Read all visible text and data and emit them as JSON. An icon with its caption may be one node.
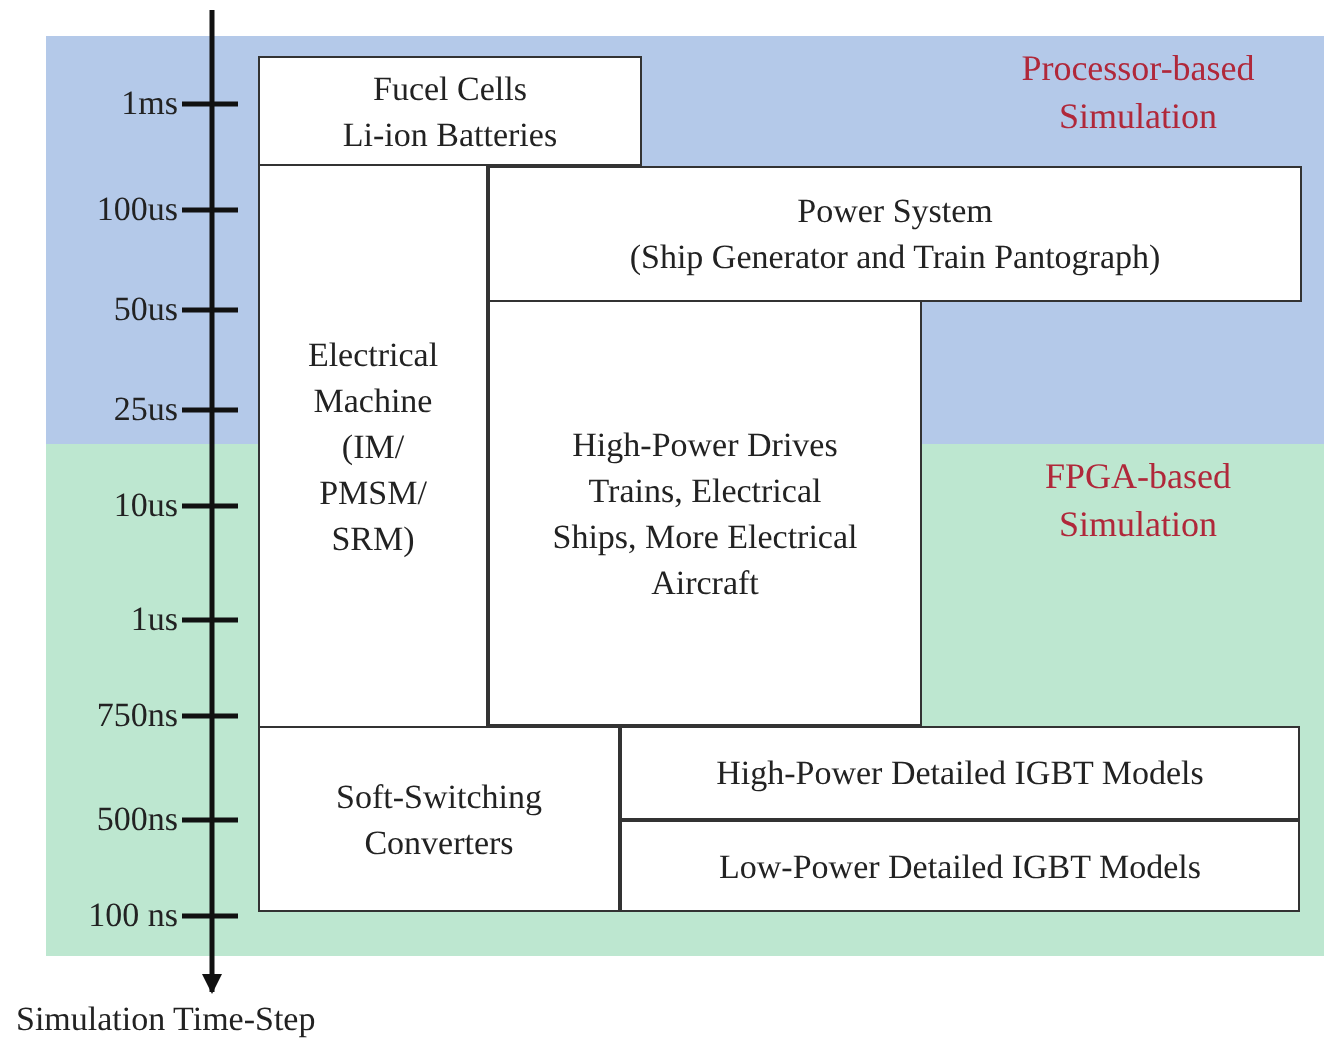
{
  "diagram": {
    "nodes": [
      {
        "text": [
          "Processor-based Simulation"
        ]
      },
      {
        "text": [
          "FPGA-based Simulation"
        ]
      },
      {
        "text": [
          "Fucel Cells",
          "Li-ion Batteries"
        ],
        "in": 0
      },
      {
        "text": [
          "Electrical Machine (IM/ PMSM/ SRM)"
        ]
      },
      {
        "text": [
          "Power System",
          "(Ship Generator and Train Pantograph)"
        ],
        "in": 0
      },
      {
        "text": [
          "High-Power Drives Trains, Electrical Ships, More Electrical Aircraft"
        ]
      },
      {
        "text": [
          "Soft-Switching Converters"
        ],
        "in": 1
      },
      {
        "text": [
          "High-Power Detailed IGBT Models"
        ],
        "in": 1
      },
      {
        "text": [
          "Low-Power Detailed IGBT Models"
        ],
        "in": 1
      }
    ],
    "edges": [],
    "labels": [
      "1ms",
      "100us",
      "50us",
      "25us",
      "10us",
      "1us",
      "750ns",
      "500ns",
      "100 ns",
      "Simulation Time-Step"
    ]
  }
}
